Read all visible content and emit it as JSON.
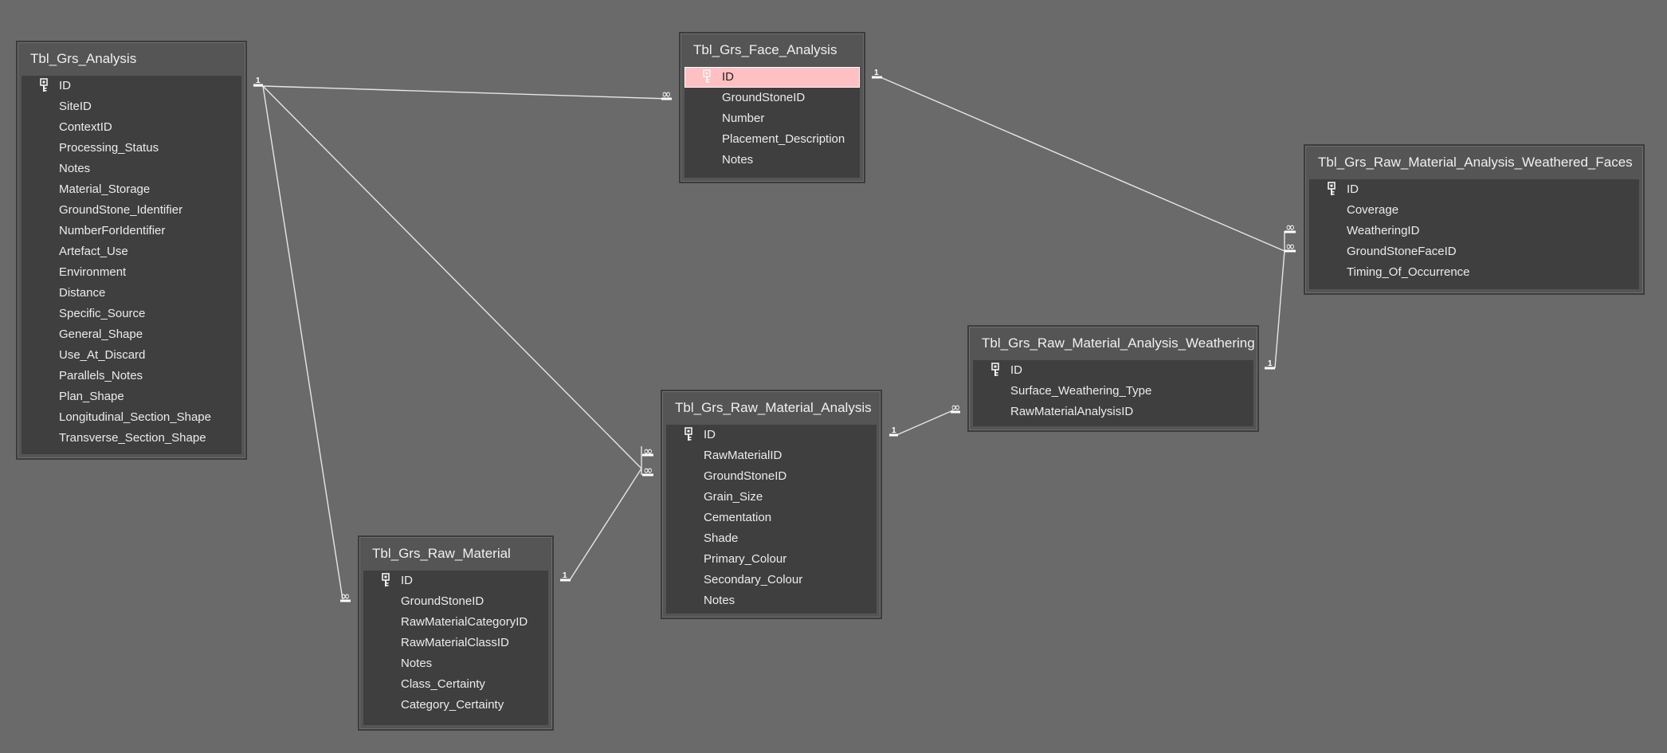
{
  "relationship_labels": {
    "one": "1",
    "many": "∞"
  },
  "tables": [
    {
      "id": "grs_analysis",
      "title": "Tbl_Grs_Analysis",
      "fields": [
        {
          "name": "ID",
          "primary_key": true
        },
        {
          "name": "SiteID"
        },
        {
          "name": "ContextID"
        },
        {
          "name": "Processing_Status"
        },
        {
          "name": "Notes"
        },
        {
          "name": "Material_Storage"
        },
        {
          "name": "GroundStone_Identifier"
        },
        {
          "name": "NumberForIdentifier"
        },
        {
          "name": "Artefact_Use"
        },
        {
          "name": "Environment"
        },
        {
          "name": "Distance"
        },
        {
          "name": "Specific_Source"
        },
        {
          "name": "General_Shape"
        },
        {
          "name": "Use_At_Discard"
        },
        {
          "name": "Parallels_Notes"
        },
        {
          "name": "Plan_Shape"
        },
        {
          "name": "Longitudinal_Section_Shape"
        },
        {
          "name": "Transverse_Section_Shape"
        }
      ]
    },
    {
      "id": "grs_face_analysis",
      "title": "Tbl_Grs_Face_Analysis",
      "fields": [
        {
          "name": "ID",
          "primary_key": true,
          "selected": true
        },
        {
          "name": "GroundStoneID"
        },
        {
          "name": "Number"
        },
        {
          "name": "Placement_Description"
        },
        {
          "name": "Notes"
        }
      ]
    },
    {
      "id": "grs_rm_weathered_faces",
      "title": "Tbl_Grs_Raw_Material_Analysis_Weathered_Faces",
      "fields": [
        {
          "name": "ID",
          "primary_key": true
        },
        {
          "name": "Coverage"
        },
        {
          "name": "WeatheringID"
        },
        {
          "name": "GroundStoneFaceID"
        },
        {
          "name": "Timing_Of_Occurrence"
        }
      ]
    },
    {
      "id": "grs_rm_weathering",
      "title": "Tbl_Grs_Raw_Material_Analysis_Weathering",
      "fields": [
        {
          "name": "ID",
          "primary_key": true
        },
        {
          "name": "Surface_Weathering_Type"
        },
        {
          "name": "RawMaterialAnalysisID"
        }
      ]
    },
    {
      "id": "grs_rm_analysis",
      "title": "Tbl_Grs_Raw_Material_Analysis",
      "fields": [
        {
          "name": "ID",
          "primary_key": true
        },
        {
          "name": "RawMaterialID"
        },
        {
          "name": "GroundStoneID"
        },
        {
          "name": "Grain_Size"
        },
        {
          "name": "Cementation"
        },
        {
          "name": "Shade"
        },
        {
          "name": "Primary_Colour"
        },
        {
          "name": "Secondary_Colour"
        },
        {
          "name": "Notes"
        }
      ]
    },
    {
      "id": "grs_raw_material",
      "title": "Tbl_Grs_Raw_Material",
      "fields": [
        {
          "name": "ID",
          "primary_key": true
        },
        {
          "name": "GroundStoneID"
        },
        {
          "name": "RawMaterialCategoryID"
        },
        {
          "name": "RawMaterialClassID"
        },
        {
          "name": "Notes"
        },
        {
          "name": "Class_Certainty"
        },
        {
          "name": "Category_Certainty"
        }
      ]
    }
  ]
}
